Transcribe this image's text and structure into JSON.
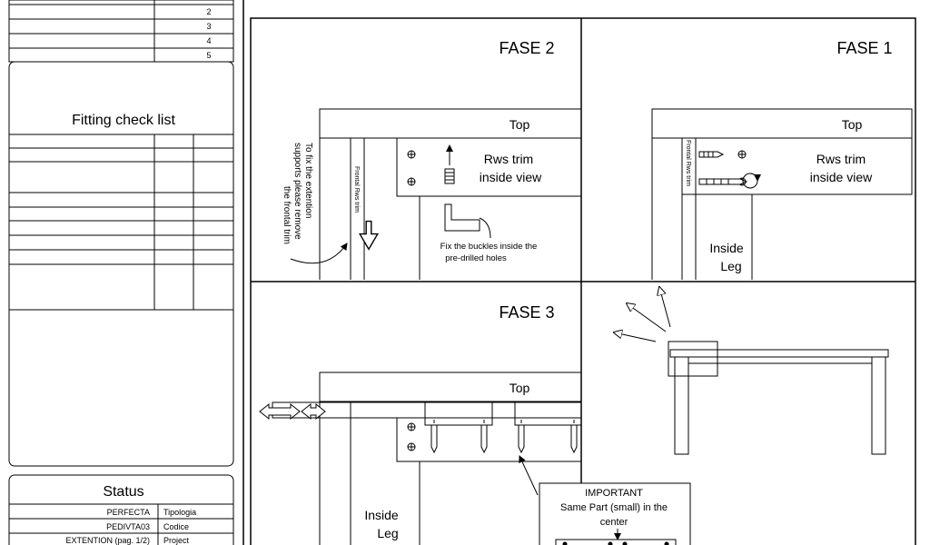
{
  "sidebar": {
    "revision_numbers": [
      "2",
      "3",
      "4",
      "5"
    ],
    "checklist_title": "Fitting check list",
    "status_title": "Status",
    "status_rows": [
      {
        "label": "Tipologia",
        "value": "PERFECTA"
      },
      {
        "label": "Codice",
        "value": "PEDIVTA03"
      },
      {
        "label": "Project",
        "value": "EXTENTION (pag. 1/2)"
      }
    ]
  },
  "fase1": {
    "title": "FASE 1",
    "top_label": "Top",
    "trim_label_line1": "Rws trim",
    "trim_label_line2": "inside view",
    "rail_label": "Frontal Rws trim",
    "leg_label_line1": "Inside",
    "leg_label_line2": "Leg"
  },
  "fase2": {
    "title": "FASE 2",
    "top_label": "Top",
    "trim_label_line1": "Rws trim",
    "trim_label_line2": "inside view",
    "rail_label": "Frontal Rws trim",
    "note_line1": "Fix the buckles inside the",
    "note_line2": "pre-drilled holes",
    "side_note_line1": "To fix the extention",
    "side_note_line2": "supports please remove",
    "side_note_line3": "the frontal trim"
  },
  "fase3": {
    "title": "FASE 3",
    "top_label": "Top",
    "leg_label_line1": "Inside",
    "leg_label_line2": "Leg",
    "important_line1": "IMPORTANT",
    "important_line2": "Same Part (small) in the",
    "important_line3": "center"
  }
}
